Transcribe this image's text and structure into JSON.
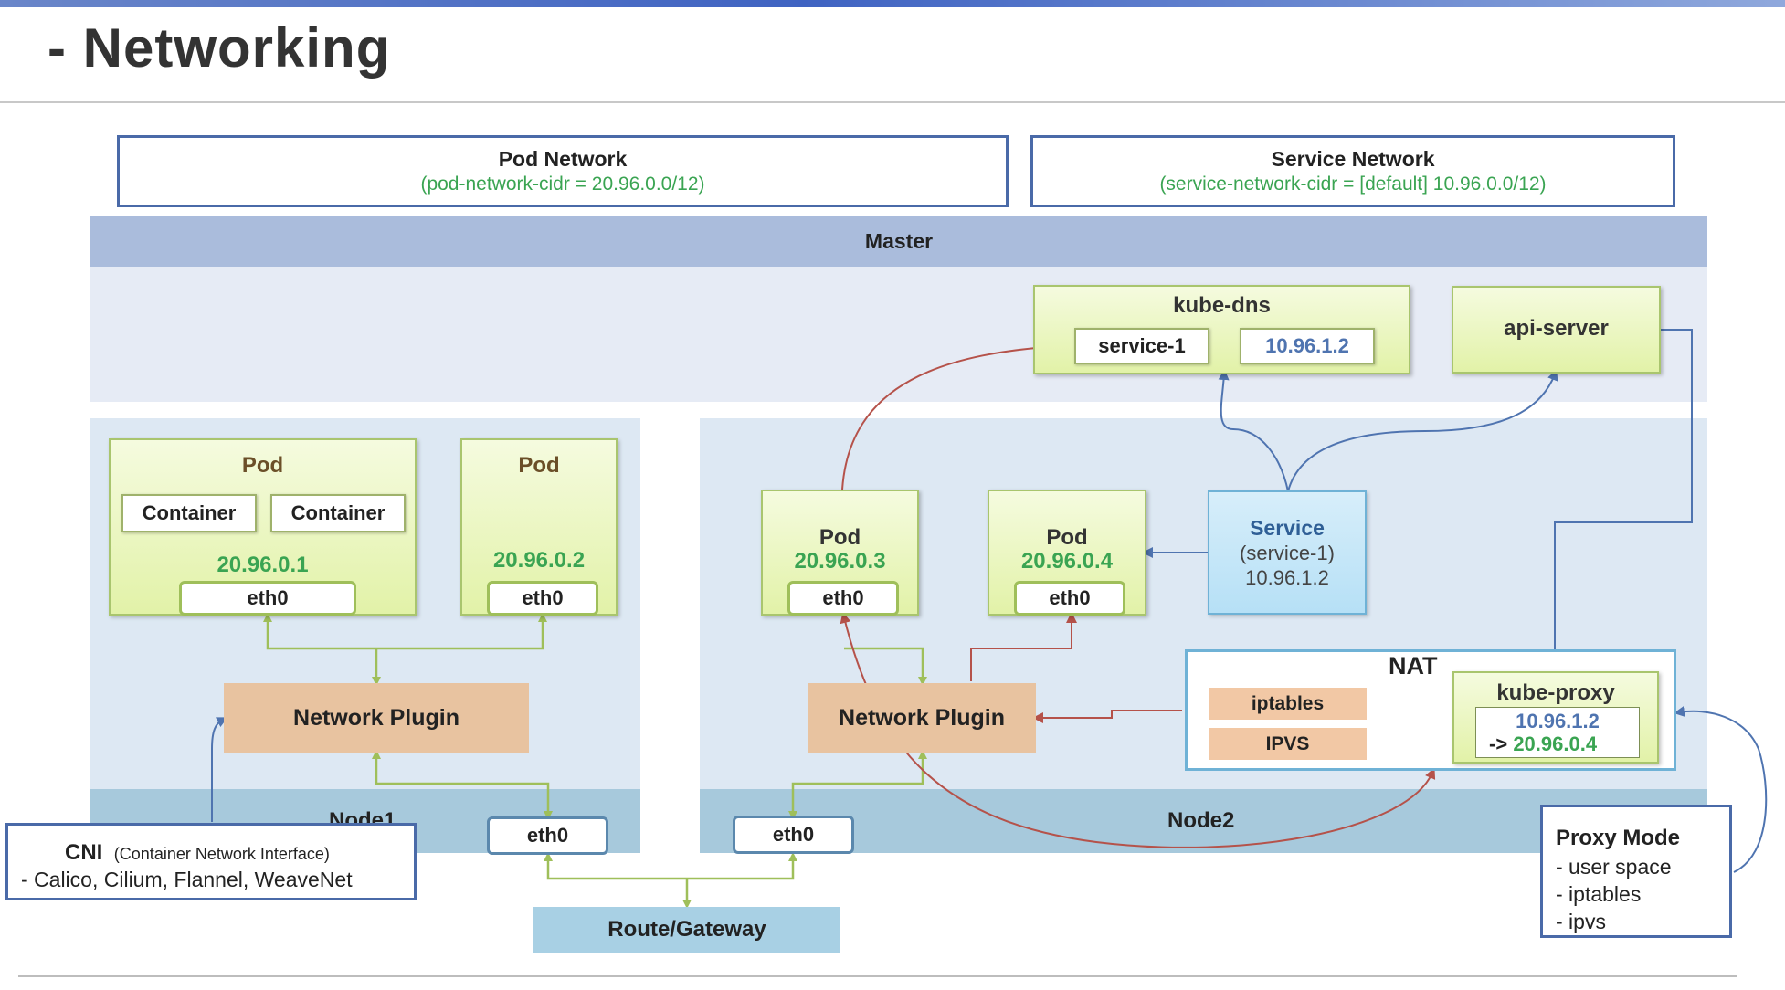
{
  "title": "- Networking",
  "pod_network": {
    "title": "Pod Network",
    "subtitle": "(pod-network-cidr = 20.96.0.0/12)"
  },
  "service_network": {
    "title": "Service Network",
    "subtitle": "(service-network-cidr = [default] 10.96.0.0/12)"
  },
  "master": {
    "label": "Master"
  },
  "kube_dns": {
    "title": "kube-dns",
    "service": "service-1",
    "ip": "10.96.1.2"
  },
  "api_server": {
    "label": "api-server"
  },
  "node1": {
    "label": "Node1",
    "pod_a": {
      "title": "Pod",
      "container1": "Container",
      "container2": "Container",
      "ip": "20.96.0.1",
      "eth": "eth0"
    },
    "pod_b": {
      "title": "Pod",
      "ip": "20.96.0.2",
      "eth": "eth0"
    },
    "plugin": "Network Plugin",
    "eth": "eth0"
  },
  "node2": {
    "label": "Node2",
    "pod_c": {
      "title": "Pod",
      "ip": "20.96.0.3",
      "eth": "eth0"
    },
    "pod_d": {
      "title": "Pod",
      "ip": "20.96.0.4",
      "eth": "eth0"
    },
    "plugin": "Network Plugin",
    "eth": "eth0",
    "service": {
      "title": "Service",
      "name": "(service-1)",
      "ip": "10.96.1.2"
    },
    "nat": {
      "label": "NAT",
      "iptables": "iptables",
      "ipvs": "IPVS"
    },
    "kube_proxy": {
      "title": "kube-proxy",
      "rule_ip": "10.96.1.2",
      "rule_arrow": "->",
      "rule_target": "20.96.0.4"
    }
  },
  "gateway": {
    "label": "Route/Gateway"
  },
  "cni": {
    "title": "CNI",
    "desc": "(Container Network Interface)",
    "list": "- Calico, Cilium, Flannel, WeaveNet"
  },
  "proxy_mode": {
    "title": "Proxy Mode",
    "items": [
      "- user space",
      "- iptables",
      "- ipvs"
    ]
  },
  "colors": {
    "green_line": "#9fbf5a",
    "blue_line": "#4f74b0",
    "red_line": "#b5524a",
    "ip_green": "#3aa452",
    "ip_blue": "#4f74b0"
  }
}
